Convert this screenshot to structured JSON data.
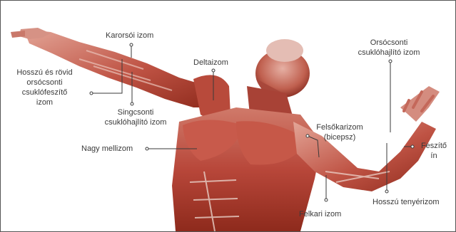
{
  "colors": {
    "muscle_dark": "#8e2a1c",
    "muscle_mid": "#b8473a",
    "muscle_light": "#d9877a",
    "tendon": "#e7d3c8",
    "leader_line": "#3a3a3a",
    "text": "#3a3a3a",
    "border": "#555555"
  },
  "labels": {
    "karorsoi": "Karorsói izom",
    "hosszu_rovid_1": "Hosszú és rövid",
    "hosszu_rovid_2": "orsócsonti",
    "hosszu_rovid_3": "csuklófeszítő",
    "hosszu_rovid_4": "izom",
    "singcsonti_1": "Singcsonti",
    "singcsonti_2": "csuklóhajlító izom",
    "deltaizom": "Deltaizom",
    "nagy_mellizom": "Nagy mellizom",
    "orsocsonti_1": "Orsócsonti",
    "orsocsonti_2": "csuklóhajlító izom",
    "felsokarizom_1": "Felsőkarizom",
    "felsokarizom_2": "(bicepsz)",
    "feszito_1": "Feszítő",
    "feszito_2": "ín",
    "felkari": "Felkari izom",
    "hosszu_tenyer": "Hosszú tenyérizom"
  }
}
